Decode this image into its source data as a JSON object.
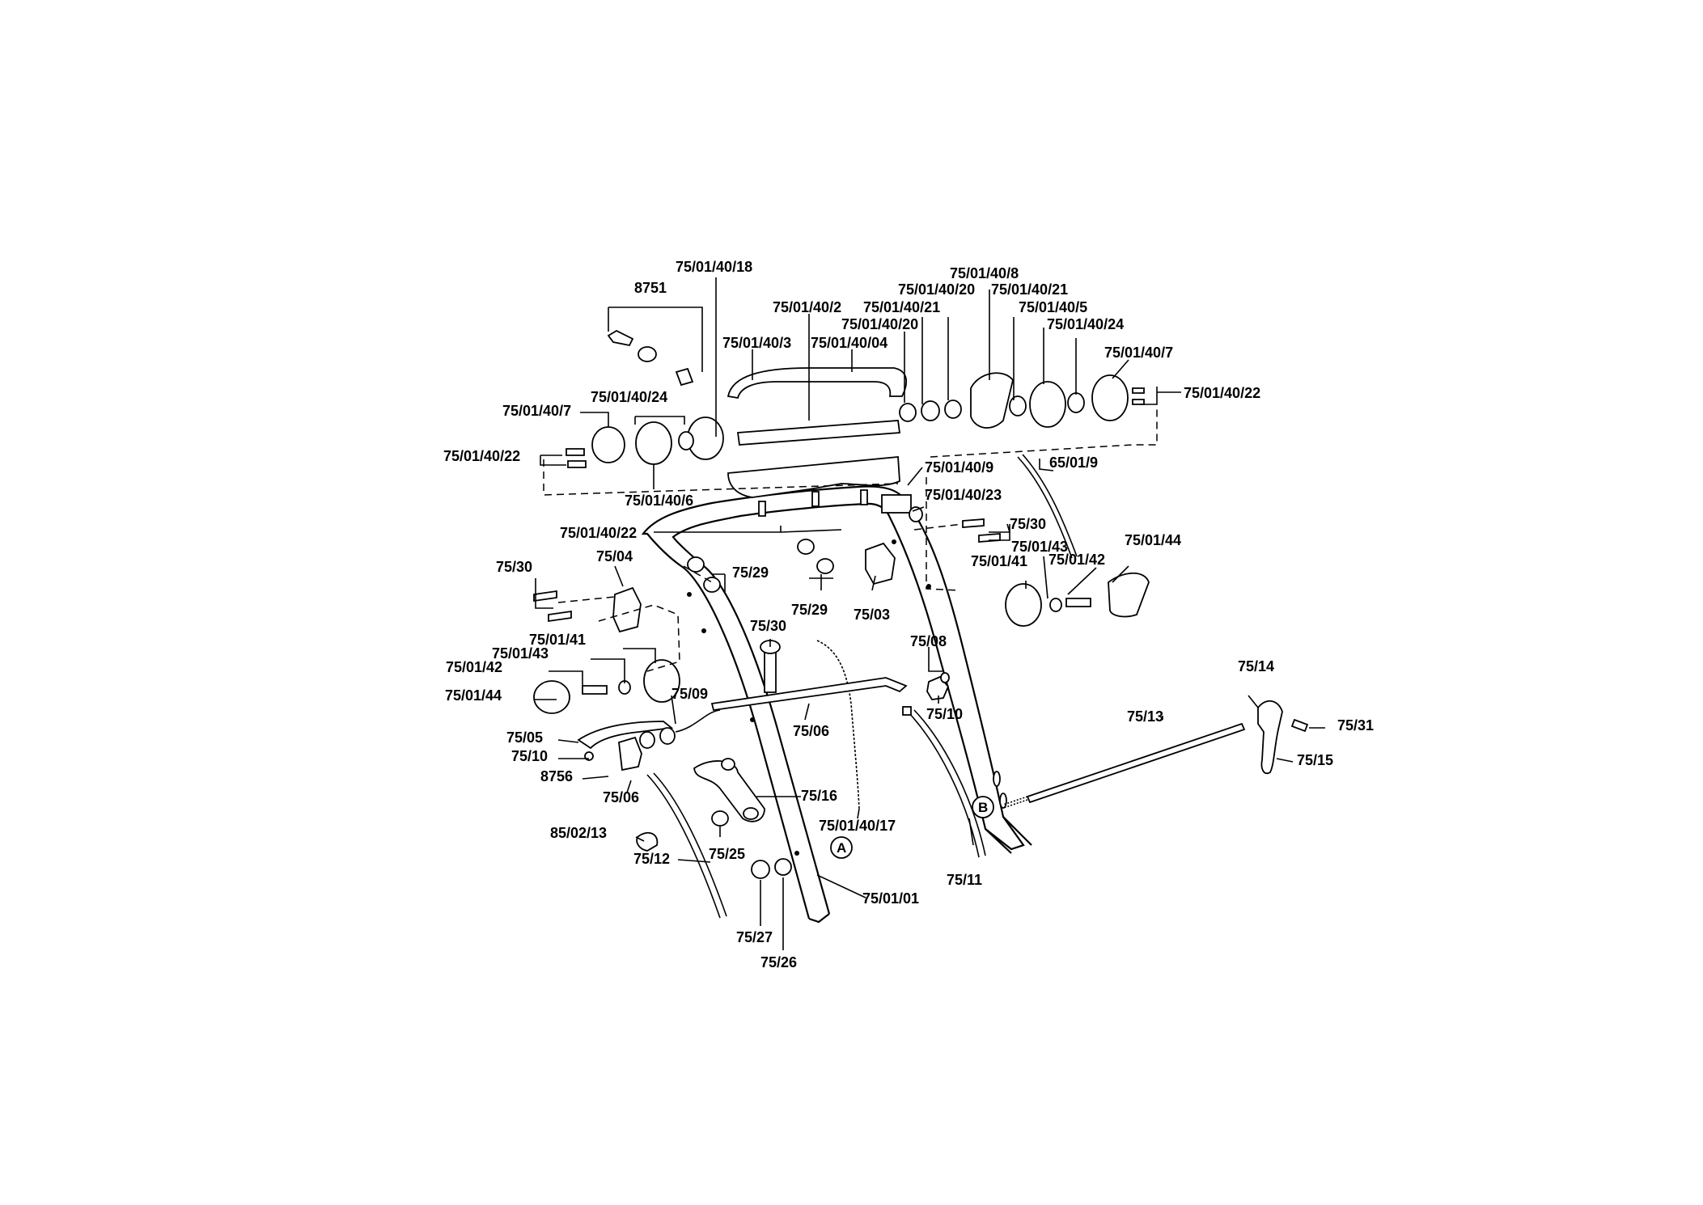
{
  "labels": {
    "p_75_01_40_18": "75/01/40/18",
    "p_8751": "8751",
    "p_75_01_40_2": "75/01/40/2",
    "p_75_01_40_3": "75/01/40/3",
    "p_75_01_40_04": "75/01/40/04",
    "p_75_01_40_8": "75/01/40/8",
    "p_75_01_40_20a": "75/01/40/20",
    "p_75_01_40_21a": "75/01/40/21",
    "p_75_01_40_21b": "75/01/40/21",
    "p_75_01_40_20b": "75/01/40/20",
    "p_75_01_40_5": "75/01/40/5",
    "p_75_01_40_24a": "75/01/40/24",
    "p_75_01_40_7a": "75/01/40/7",
    "p_75_01_40_22a": "75/01/40/22",
    "p_75_01_40_24b": "75/01/40/24",
    "p_75_01_40_7b": "75/01/40/7",
    "p_75_01_40_22b": "75/01/40/22",
    "p_75_01_40_6": "75/01/40/6",
    "p_75_01_40_9": "75/01/40/9",
    "p_65_01_9": "65/01/9",
    "p_75_01_40_23": "75/01/40/23",
    "p_75_01_40_22c": "75/01/40/22",
    "p_75_30a": "75/30",
    "p_75_01_43a": "75/01/43",
    "p_75_01_44a": "75/01/44",
    "p_75_01_42a": "75/01/42",
    "p_75_01_41a": "75/01/41",
    "p_75_30b": "75/30",
    "p_75_04": "75/04",
    "p_75_29a": "75/29",
    "p_75_29b": "75/29",
    "p_75_03": "75/03",
    "p_75_01_41b": "75/01/41",
    "p_75_30c": "75/30",
    "p_75_01_43b": "75/01/43",
    "p_75_01_42b": "75/01/42",
    "p_75_08": "75/08",
    "p_75_01_44b": "75/01/44",
    "p_75_09": "75/09",
    "p_75_10a": "75/10",
    "p_75_06a": "75/06",
    "p_75_14": "75/14",
    "p_75_13": "75/13",
    "p_75_31": "75/31",
    "p_75_05": "75/05",
    "p_75_10b": "75/10",
    "p_8756": "8756",
    "p_75_06b": "75/06",
    "p_75_15": "75/15",
    "p_75_16": "75/16",
    "p_75_01_40_17": "75/01/40/17",
    "p_85_02_13": "85/02/13",
    "p_75_25": "75/25",
    "p_75_12": "75/12",
    "p_75_01_01": "75/01/01",
    "p_75_11": "75/11",
    "p_75_27": "75/27",
    "p_75_26": "75/26"
  },
  "callouts": {
    "a": "A",
    "b": "B"
  }
}
